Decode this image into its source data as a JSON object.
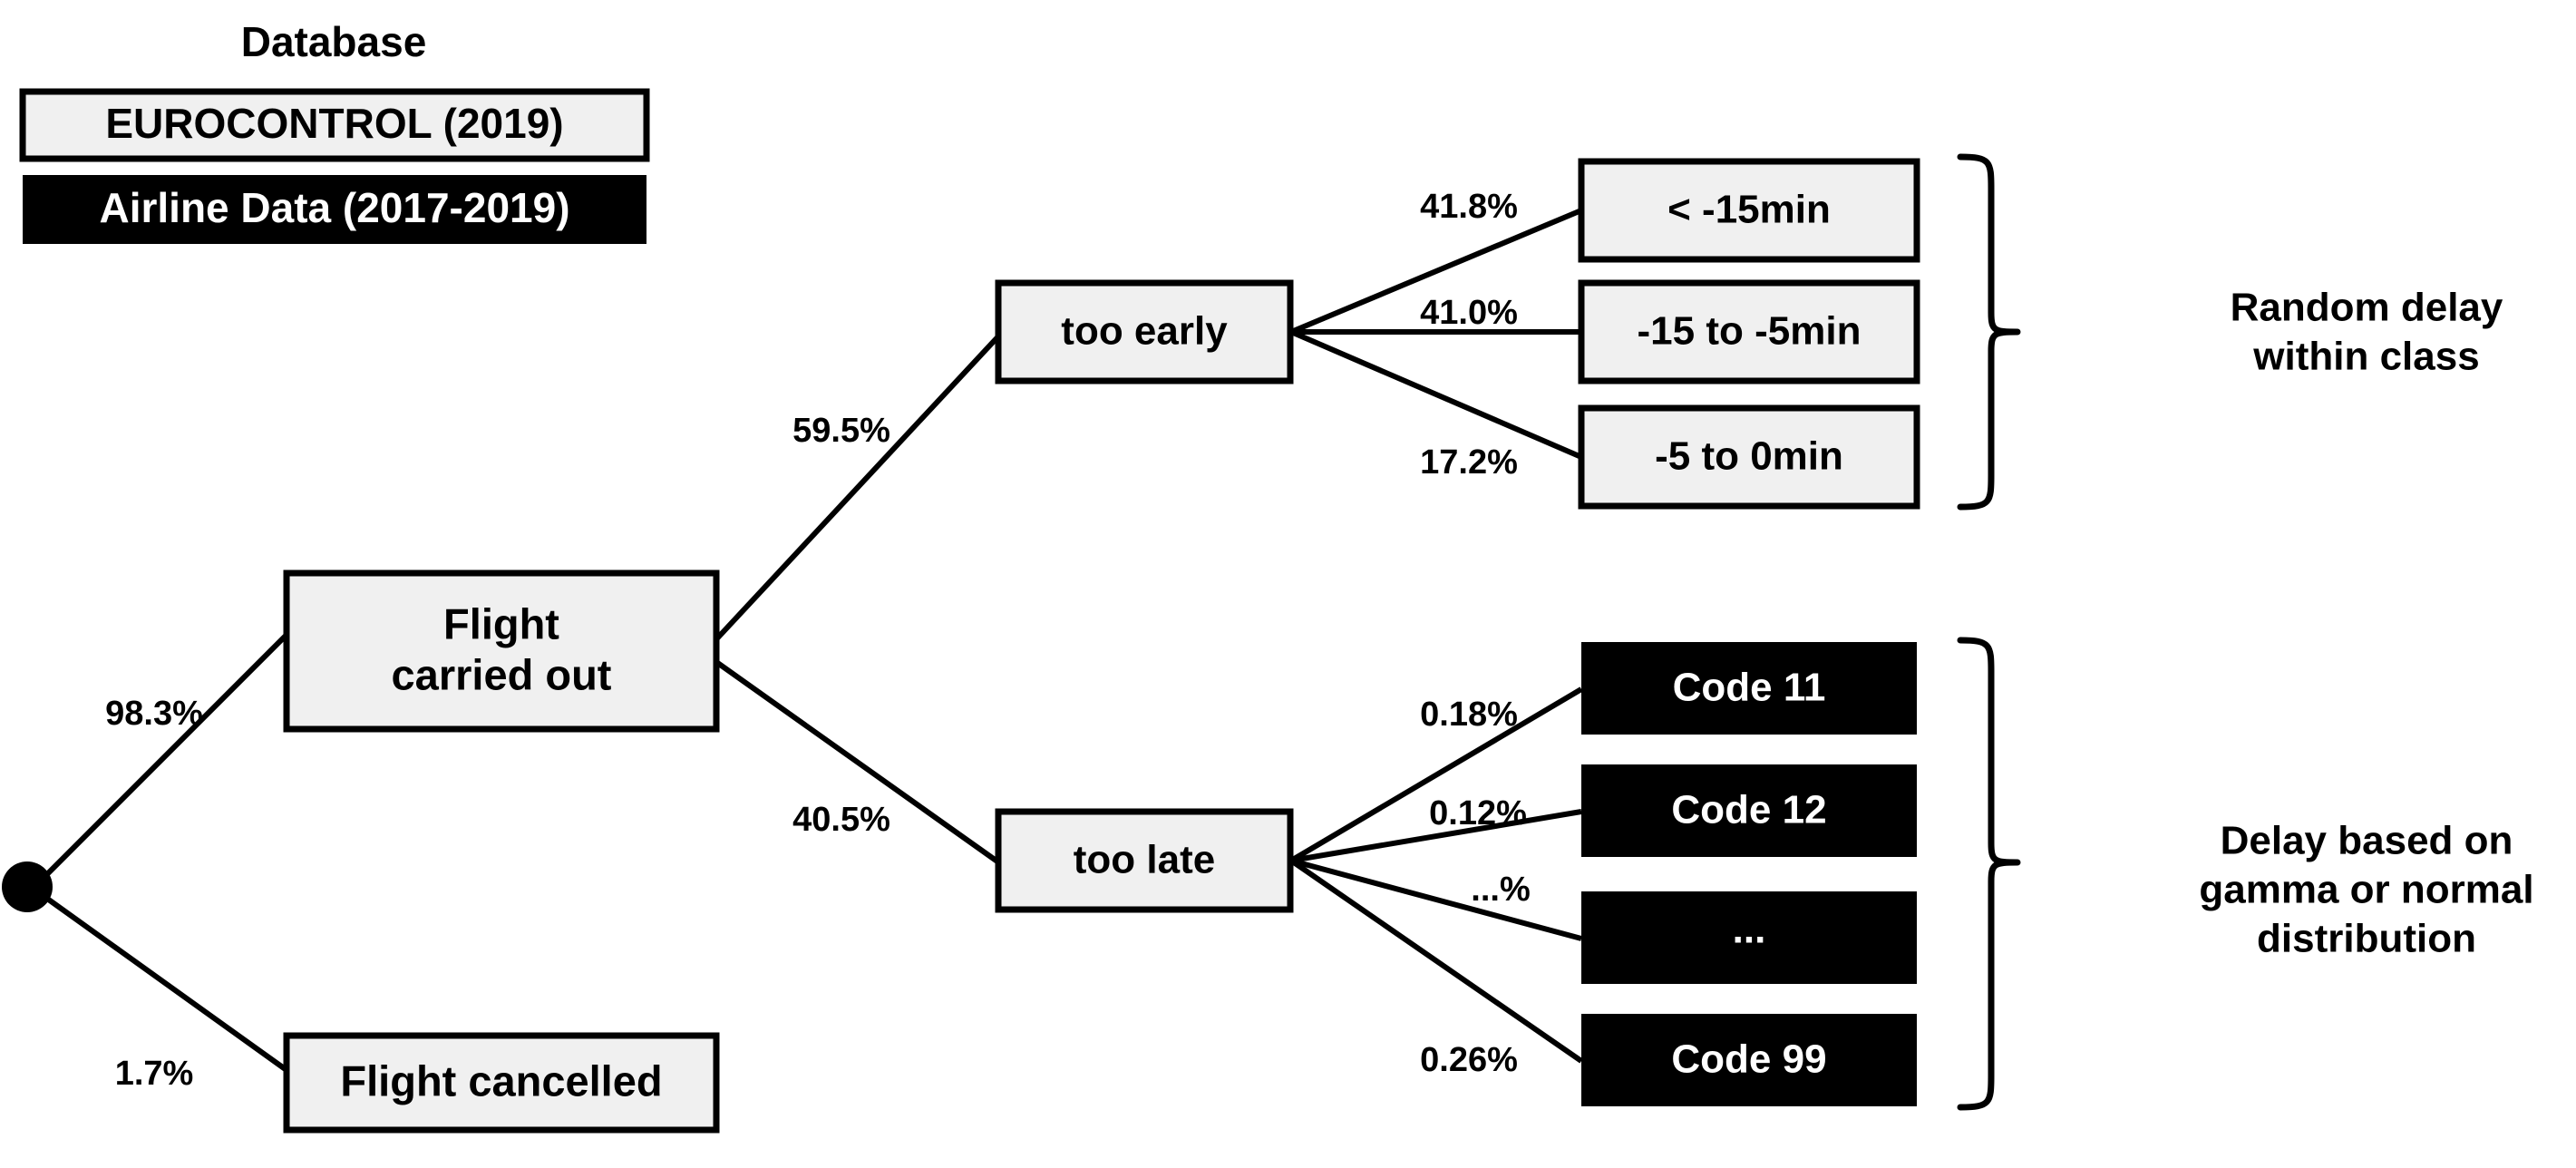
{
  "legend": {
    "title": "Database",
    "items": [
      {
        "label": "EUROCONTROL (2019)",
        "style": "light"
      },
      {
        "label": "Airline Data (2017-2019)",
        "style": "dark"
      }
    ]
  },
  "tree": {
    "root": {
      "name": "root-node",
      "label": ""
    },
    "level1": [
      {
        "label": "Flight\ncarried out",
        "line1": "Flight",
        "line2": "carried out",
        "probability": "98.3%",
        "style": "light"
      },
      {
        "label": "Flight cancelled",
        "probability": "1.7%",
        "style": "light"
      }
    ],
    "level2": [
      {
        "label": "too early",
        "probability": "59.5%",
        "style": "light"
      },
      {
        "label": "too late",
        "probability": "40.5%",
        "style": "light"
      }
    ],
    "early_classes": [
      {
        "label": "< -15min",
        "probability": "41.8%",
        "style": "light"
      },
      {
        "label": "-15 to -5min",
        "probability": "41.0%",
        "style": "light"
      },
      {
        "label": "-5 to 0min",
        "probability": "17.2%",
        "style": "light"
      }
    ],
    "late_classes": [
      {
        "label": "Code 11",
        "probability": "0.18%",
        "style": "dark"
      },
      {
        "label": "Code 12",
        "probability": "0.12%",
        "style": "dark"
      },
      {
        "label": "...",
        "probability": "...%",
        "style": "dark"
      },
      {
        "label": "Code 99",
        "probability": "0.26%",
        "style": "dark"
      }
    ]
  },
  "annotations": {
    "early": {
      "line1": "Random delay",
      "line2": "within class"
    },
    "late": {
      "line1": "Delay based on",
      "line2": "gamma or normal",
      "line3": "distribution"
    }
  },
  "colors": {
    "box_light_fill": "#f0f0f0",
    "box_dark_fill": "#000000",
    "stroke": "#000000",
    "text_light": "#000000",
    "text_dark": "#ffffff",
    "background": "#ffffff"
  },
  "chart_data": {
    "type": "tree",
    "title": "Flight delay generation decision tree",
    "nodes": [
      {
        "id": "root",
        "label": "",
        "parent": null,
        "probability": null,
        "source": "light"
      },
      {
        "id": "carried_out",
        "label": "Flight carried out",
        "parent": "root",
        "probability": 98.3,
        "source": "light"
      },
      {
        "id": "cancelled",
        "label": "Flight cancelled",
        "parent": "root",
        "probability": 1.7,
        "source": "light"
      },
      {
        "id": "too_early",
        "label": "too early",
        "parent": "carried_out",
        "probability": 59.5,
        "source": "light"
      },
      {
        "id": "too_late",
        "label": "too late",
        "parent": "carried_out",
        "probability": 40.5,
        "source": "light"
      },
      {
        "id": "lt_m15",
        "label": "< -15min",
        "parent": "too_early",
        "probability": 41.8,
        "source": "light"
      },
      {
        "id": "m15_m5",
        "label": "-15 to -5min",
        "parent": "too_early",
        "probability": 41.0,
        "source": "light"
      },
      {
        "id": "m5_0",
        "label": "-5 to 0min",
        "parent": "too_early",
        "probability": 17.2,
        "source": "light"
      },
      {
        "id": "code11",
        "label": "Code 11",
        "parent": "too_late",
        "probability": 0.18,
        "source": "dark"
      },
      {
        "id": "code12",
        "label": "Code 12",
        "parent": "too_late",
        "probability": 0.12,
        "source": "dark"
      },
      {
        "id": "code_etc",
        "label": "...",
        "parent": "too_late",
        "probability": null,
        "source": "dark"
      },
      {
        "id": "code99",
        "label": "Code 99",
        "parent": "too_late",
        "probability": 0.26,
        "source": "dark"
      }
    ],
    "groups": [
      {
        "label": "Random delay within class",
        "members": [
          "lt_m15",
          "m15_m5",
          "m5_0"
        ]
      },
      {
        "label": "Delay based on gamma or normal distribution",
        "members": [
          "code11",
          "code12",
          "code_etc",
          "code99"
        ]
      }
    ],
    "legend": [
      {
        "label": "EUROCONTROL (2019)",
        "swatch": "#f0f0f0"
      },
      {
        "label": "Airline Data (2017-2019)",
        "swatch": "#000000"
      }
    ]
  }
}
